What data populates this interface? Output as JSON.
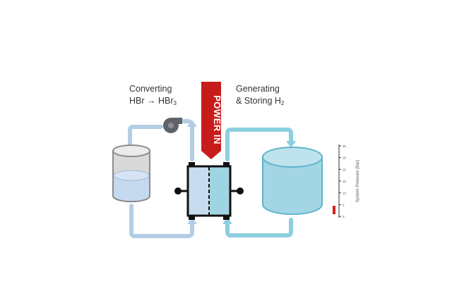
{
  "captions": {
    "left": {
      "line1": "Converting",
      "line2_main": "HBr → HBr",
      "line2_sub": "3"
    },
    "right": {
      "line1": "Generating",
      "line2_main": "& Storing H",
      "line2_sub": "2"
    }
  },
  "power_arrow": {
    "label": "POWER IN",
    "color": "#c81c1c"
  },
  "pressure_gauge": {
    "label": "System Pressure (Bar)",
    "ticks": [
      "0",
      "5",
      "10",
      "15",
      "20",
      "25",
      "30"
    ],
    "level_fraction": 0.12,
    "level_color": "#d81f1f"
  },
  "colors": {
    "left_loop": "#b3cde4",
    "right_loop": "#8ccfdf",
    "left_tank_body": "#d9d9d9",
    "left_tank_liquid": "#c5d9ef",
    "right_tank": "#a3d6e4",
    "cell_left": "#c9dbef",
    "cell_right": "#9fd4e2",
    "pump": "#5f6367"
  }
}
